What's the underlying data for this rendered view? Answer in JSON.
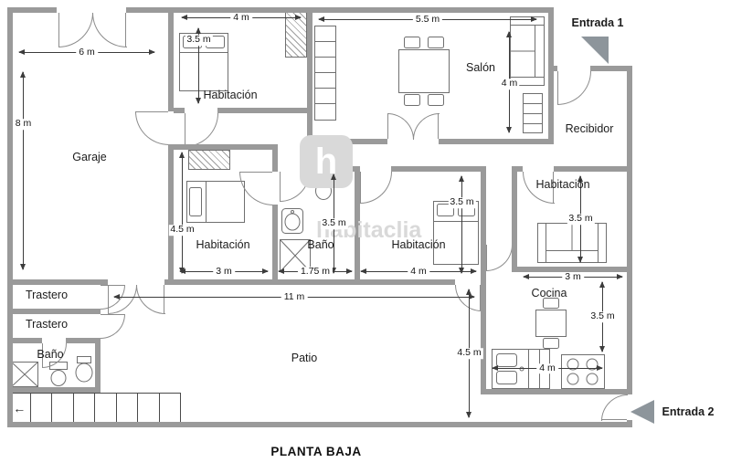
{
  "title": "PLANTA BAJA",
  "watermark": {
    "brand": "habitaclia",
    "initial": "h"
  },
  "entrances": {
    "one": "Entrada 1",
    "two": "Entrada 2"
  },
  "icons": {
    "stairs_arrow": "←"
  },
  "rooms": {
    "garaje": "Garaje",
    "habitacion_top": "Habitación",
    "salon": "Salón",
    "recibidor": "Recibidor",
    "habitacion_right": "Habitación",
    "habitacion_mid_left": "Habitación",
    "bano_mid": "Baño",
    "habitacion_mid_right": "Habitación",
    "cocina": "Cocina",
    "trastero_1": "Trastero",
    "trastero_2": "Trastero",
    "bano_bottom": "Baño",
    "patio": "Patio"
  },
  "dimensions": {
    "garaje_width": "6 m",
    "garaje_depth": "8 m",
    "habitacion_top_width": "4 m",
    "habitacion_top_depth": "3.5 m",
    "salon_width": "5.5 m",
    "salon_depth": "4 m",
    "habitacion_right_depth": "3.5 m",
    "habitacion_right_width": "3 m",
    "habitacion_mid_left_depth": "4.5 m",
    "habitacion_mid_left_width": "3 m",
    "bano_depth": "3.5 m",
    "bano_width": "1.75 m",
    "habitacion_mid_right_depth": "3.5 m",
    "habitacion_mid_right_width": "4 m",
    "cocina_depth": "3.5 m",
    "cocina_width": "4 m",
    "patio_width": "11 m",
    "patio_depth": "4.5 m"
  },
  "colors": {
    "wall": "#9a9a9a",
    "entrance_arrow": "#8d959b",
    "dimension": "#3c3c3c",
    "watermark": "#d9d9d9"
  }
}
